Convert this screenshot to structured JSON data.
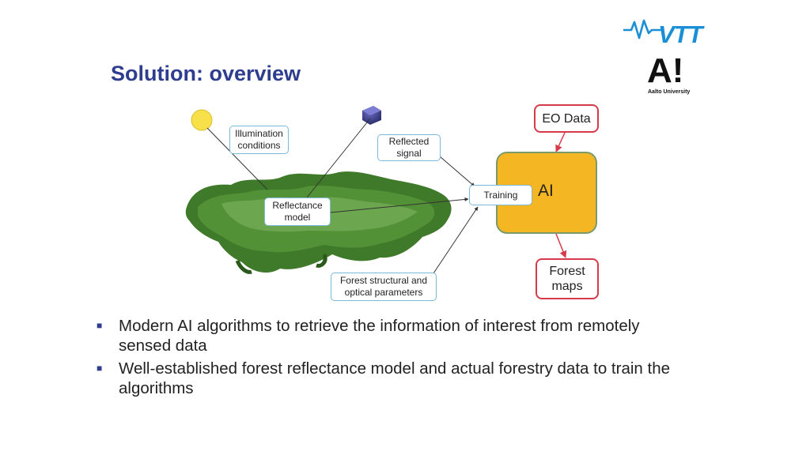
{
  "slide": {
    "title": "Solution: overview"
  },
  "logos": {
    "vtt": "VTT",
    "aalto_mark": "A!",
    "aalto_name": "Aalto University"
  },
  "diagram": {
    "illumination": "Illumination conditions",
    "reflected": "Reflected signal",
    "reflectance": "Reflectance model",
    "forest_params": "Forest structural and optical parameters",
    "training": "Training",
    "ai": "AI",
    "eo_data": "EO Data",
    "forest_maps": "Forest maps"
  },
  "bullets": [
    "Modern AI algorithms to retrieve the information of interest from remotely sensed data",
    "Well-established forest reflectance model and actual forestry data to train the algorithms"
  ],
  "colors": {
    "title": "#2e3d8e",
    "vtt_blue": "#1a8fd6",
    "ai_fill": "#f5b623",
    "red_border": "#d63a4a",
    "label_border": "#7cb9d6",
    "sun": "#f7e04a",
    "forest": "#3f7a2a"
  }
}
